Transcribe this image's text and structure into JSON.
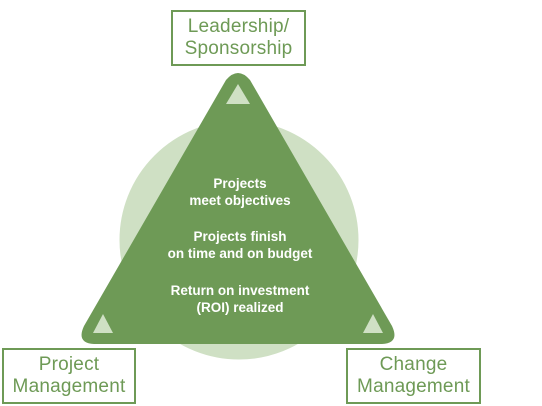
{
  "corners": {
    "top": {
      "line1": "Leadership/",
      "line2": "Sponsorship"
    },
    "bottom_left": {
      "line1": "Project",
      "line2": "Management"
    },
    "bottom_right": {
      "line1": "Change",
      "line2": "Management"
    }
  },
  "outcomes": [
    {
      "line1": "Projects",
      "line2": "meet objectives"
    },
    {
      "line1": "Projects finish",
      "line2": "on time and on budget"
    },
    {
      "line1": "Return on investment",
      "line2": "(ROI) realized"
    }
  ],
  "colors": {
    "triangle_fill": "#6e9a56",
    "circle_fill": "#cfe0c4",
    "circle_stroke": "#ffffff",
    "corner_marker": "#cfe0c4",
    "box_border": "#6e9a56",
    "box_text": "#6e9a56",
    "center_text": "#ffffff"
  }
}
